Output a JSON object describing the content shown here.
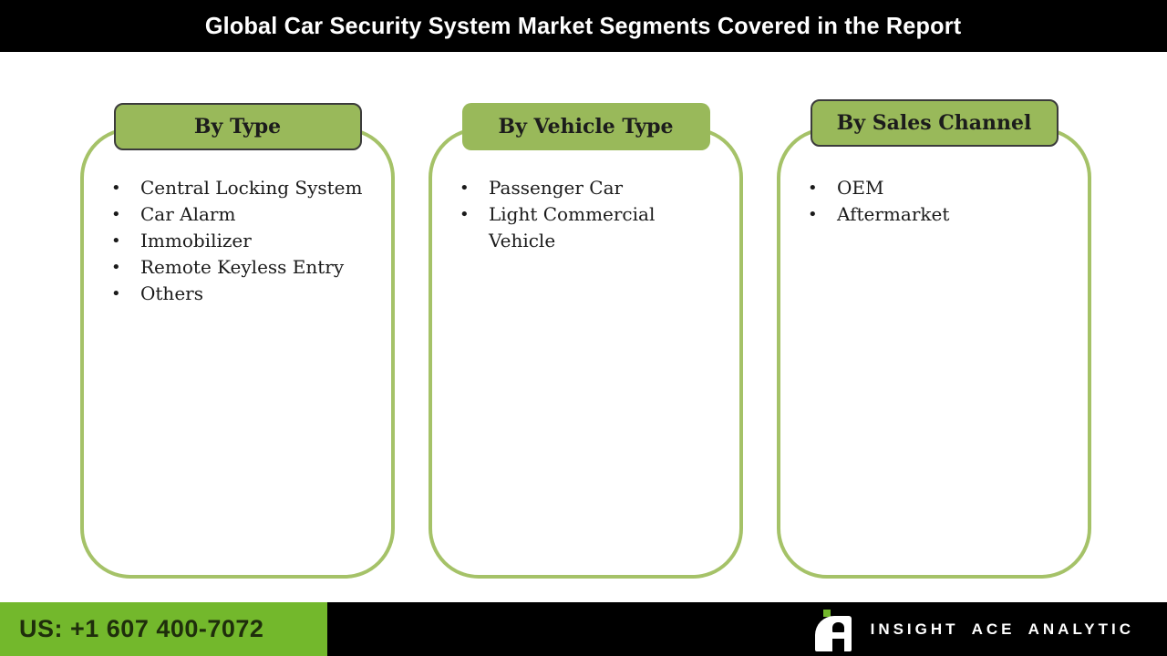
{
  "header": {
    "title": "Global Car Security System Market Segments Covered in the Report"
  },
  "cards": [
    {
      "title": "By Type",
      "items": [
        "Central Locking System",
        "Car Alarm",
        "Immobilizer",
        "Remote Keyless Entry",
        "Others"
      ]
    },
    {
      "title": "By Vehicle Type",
      "items": [
        "Passenger Car",
        "Light Commercial Vehicle"
      ]
    },
    {
      "title": "By Sales Channel",
      "items": [
        "OEM",
        "Aftermarket"
      ]
    }
  ],
  "footer": {
    "phone": "US: +1 607 400-7072",
    "brand": "INSIGHT ACE ANALYTIC",
    "logo": "insight-ace-logo"
  },
  "colors": {
    "header_fill_green": "#99b95a",
    "card_border_green": "#a5c268",
    "footer_green": "#73b82c",
    "bar_black": "#000000",
    "text_dark": "#1a1a1a",
    "title_white": "#ffffff"
  }
}
